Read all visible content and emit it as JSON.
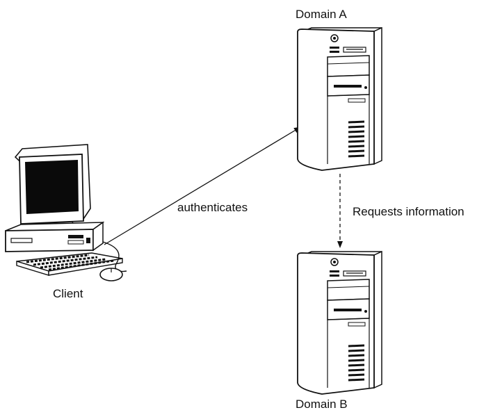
{
  "nodes": {
    "domain_a": {
      "label": "Domain A",
      "icon": "server-tower-icon"
    },
    "domain_b": {
      "label": "Domain B",
      "icon": "server-tower-icon"
    },
    "client": {
      "label": "Client",
      "icon": "desktop-computer-icon"
    }
  },
  "edges": {
    "authenticates": {
      "label": "authenticates",
      "from": "Client",
      "to": "Domain A",
      "style": "solid"
    },
    "requests_information": {
      "label": "Requests information",
      "from": "Domain A",
      "to": "Domain B",
      "style": "dashed"
    }
  },
  "colors": {
    "line": "#111111",
    "screen": "#0a0a0a",
    "fill": "#ffffff"
  }
}
